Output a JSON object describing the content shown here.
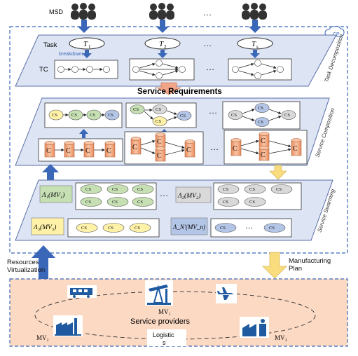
{
  "top": {
    "msd_label": "MSD",
    "ellipsis": "…"
  },
  "cp_label": "CP",
  "task_layer": {
    "side_label": "Task Decomposition",
    "task_label": "Task",
    "tc_label": "TC",
    "breakdown_label": "breakdown",
    "tasks": [
      {
        "name": "T",
        "sub": "1"
      },
      {
        "name": "T",
        "sub": "2"
      },
      {
        "name": "T",
        "sub": "s"
      }
    ]
  },
  "service_requirements": "Service Requirements",
  "composition_layer": {
    "side_label": "Service Composition",
    "cs_nodes": [
      "CS",
      "CS",
      "CS",
      "CS"
    ],
    "c_nodes": [
      "C",
      "C",
      "C",
      "C"
    ]
  },
  "swarming_layer": {
    "side_label": "Service Swarming",
    "lambda_1": "Λ₁(MV₁)",
    "lambda_2": "Λ₂(MV₂)",
    "lambda_3": "Λ₃(MV₃)",
    "lambda_n": "Λ_N'(MV_n)",
    "cs_prefix": "CS"
  },
  "left_label": [
    "Resources",
    "Virtualization"
  ],
  "right_label": [
    "Manufacturing",
    "Plan"
  ],
  "providers": {
    "title": "Service providers",
    "mv1": "MV₁",
    "mv2": "MV₂",
    "mv3": "MV₃",
    "logistics": [
      "Logistic",
      "s"
    ]
  },
  "colors": {
    "layer_fill": "#dde4f3",
    "layer_stroke": "#5a6ea8",
    "arrow_blue": "#3a67b8",
    "arrow_yellow": "#f9dc7e",
    "arrow_orange": "#f3a58a",
    "provider_bg": "#fcd9c3",
    "cs_green": "#c6e0b4",
    "cs_yellow": "#fff2a8",
    "cs_blue": "#b4c6e7",
    "cs_gray": "#d9d9d9",
    "cylinder": "#f4b183"
  }
}
